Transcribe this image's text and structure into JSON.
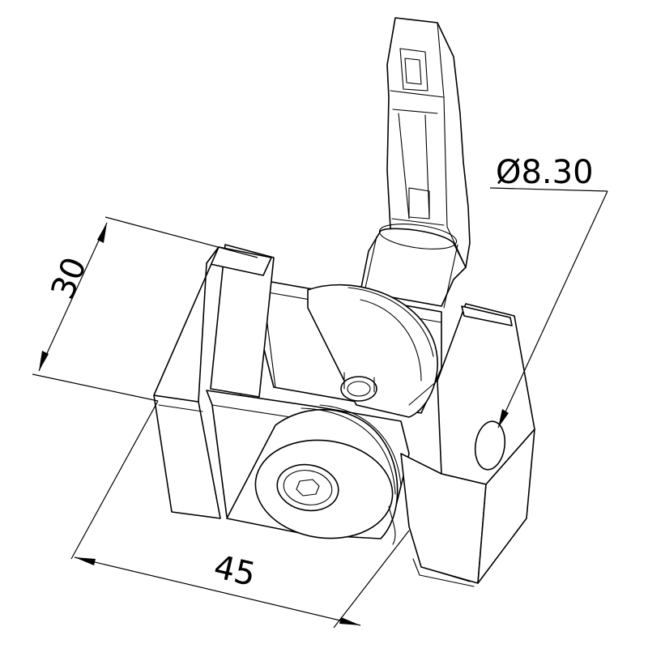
{
  "dimensions": {
    "height": "30",
    "width": "45",
    "diameter": "Ø8.30"
  }
}
